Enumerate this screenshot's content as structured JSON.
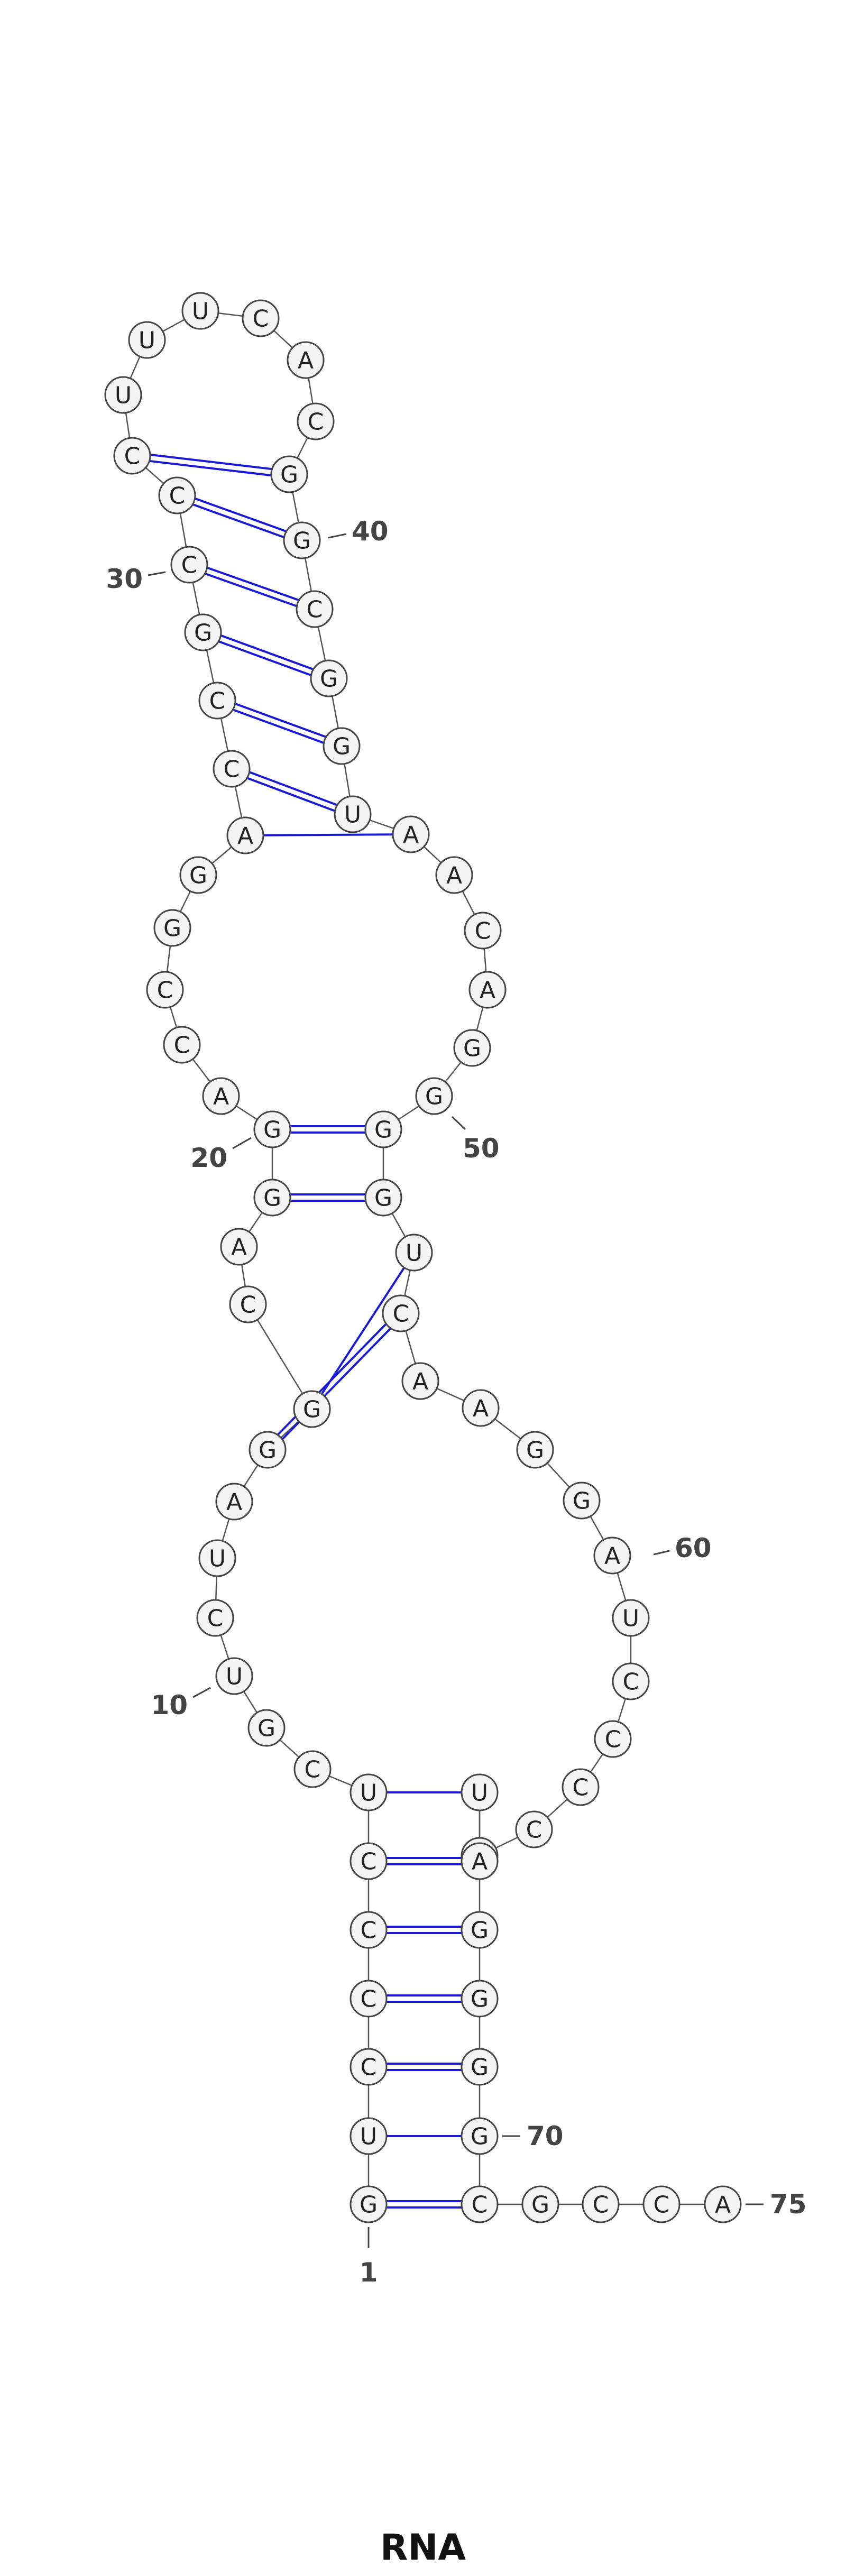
{
  "title": "RNA",
  "sequence": [
    "G",
    "U",
    "C",
    "C",
    "C",
    "C",
    "U",
    "C",
    "G",
    "U",
    "C",
    "U",
    "A",
    "G",
    "G",
    "C",
    "A",
    "G",
    "G",
    "A",
    "C",
    "C",
    "G",
    "G",
    "A",
    "C",
    "C",
    "G",
    "C",
    "C",
    "C",
    "U",
    "U",
    "U",
    "C",
    "A",
    "C",
    "G",
    "G",
    "C",
    "G",
    "G",
    "U",
    "A",
    "A",
    "C",
    "A",
    "G",
    "G",
    "G",
    "G",
    "U",
    "C",
    "A",
    "A",
    "G",
    "G",
    "A",
    "U",
    "C",
    "C",
    "C",
    "C",
    "C",
    "U",
    "A",
    "G",
    "G",
    "G",
    "G",
    "C",
    "G",
    "C",
    "C",
    "A"
  ],
  "pairs": [
    [
      1,
      71,
      "strong"
    ],
    [
      2,
      70,
      "weak"
    ],
    [
      3,
      69,
      "strong"
    ],
    [
      4,
      68,
      "strong"
    ],
    [
      5,
      67,
      "strong"
    ],
    [
      6,
      66,
      "strong"
    ],
    [
      7,
      65,
      "weak"
    ],
    [
      14,
      53,
      "strong"
    ],
    [
      15,
      52,
      "weak"
    ],
    [
      18,
      51,
      "strong"
    ],
    [
      19,
      50,
      "strong"
    ],
    [
      25,
      44,
      "weak"
    ],
    [
      26,
      43,
      "strong"
    ],
    [
      27,
      42,
      "strong"
    ],
    [
      28,
      41,
      "strong"
    ],
    [
      29,
      40,
      "strong"
    ],
    [
      30,
      39,
      "strong"
    ],
    [
      31,
      38,
      "strong"
    ]
  ],
  "number_labels": [
    "1",
    "10",
    "20",
    "30",
    "40",
    "50",
    "60",
    "70",
    "75"
  ],
  "colors": {
    "pair": "#1a1ad6",
    "backbone": "#555555",
    "circle_fill": "#f4f4f4",
    "circle_stroke": "#444444"
  }
}
